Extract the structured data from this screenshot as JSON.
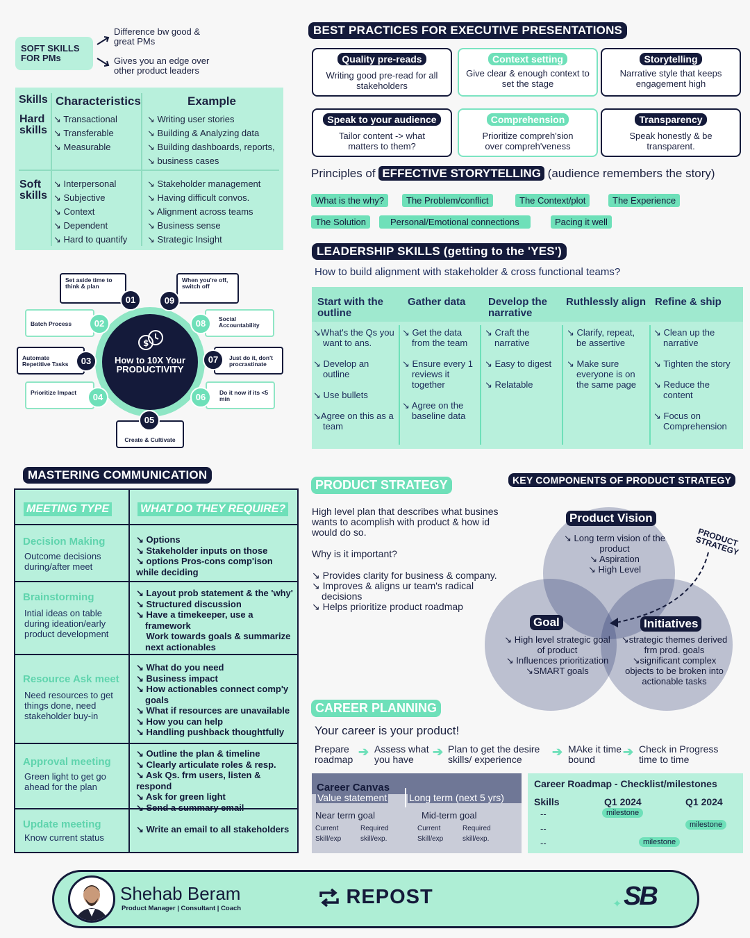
{
  "soft_skills": {
    "label": "SOFT SKILLS FOR PMs",
    "note1": "Difference bw good & great PMs",
    "note2": "Gives you an edge over other product leaders"
  },
  "skills_table": {
    "headers": [
      "Skills",
      "Characteristics",
      "Example"
    ],
    "hard": {
      "label": "Hard skills",
      "characteristics": [
        "Transactional",
        "Transferable",
        "Measurable"
      ],
      "examples": [
        "Writing user stories",
        "Building & Analyzing data",
        "Building dashboards, reports,",
        "business cases"
      ]
    },
    "soft": {
      "label": "Soft skills",
      "characteristics": [
        "Interpersonal",
        "Subjective",
        "Context",
        "Dependent",
        "Hard to quantify"
      ],
      "examples": [
        "Stakeholder management",
        "Having difficult convos.",
        "Alignment across teams",
        "Business sense",
        "Strategic Insight"
      ]
    }
  },
  "productivity": {
    "title_line1": "How to 10X Your",
    "title_line2": "PRODUCTIVITY",
    "steps": [
      {
        "num": "01",
        "text": "Set aside time to think & plan"
      },
      {
        "num": "02",
        "text": "Batch Process"
      },
      {
        "num": "03",
        "text": "Automate Repetitive Tasks"
      },
      {
        "num": "04",
        "text": "Prioritize Impact"
      },
      {
        "num": "05",
        "text": "Create & Cultivate"
      },
      {
        "num": "06",
        "text": "Do it now if its <5 min"
      },
      {
        "num": "07",
        "text": "Just do it, don't procrastinate"
      },
      {
        "num": "08",
        "text": "Social Accountability"
      },
      {
        "num": "09",
        "text": "When you're off, switch off"
      }
    ]
  },
  "best_practices": {
    "title": "BEST PRACTICES FOR EXECUTIVE PRESENTATIONS",
    "cards": [
      {
        "title": "Quality pre-reads",
        "text": "Writing good pre-read for all stakeholders"
      },
      {
        "title": "Context setting",
        "text": "Give clear & enough context to set the stage"
      },
      {
        "title": "Storytelling",
        "text": "Narrative style that keeps engagement high"
      },
      {
        "title": "Speak to your audience",
        "text": "Tailor content -> what matters to them?"
      },
      {
        "title": "Comprehension",
        "text": "Prioritize compreh'sion over compreh'veness"
      },
      {
        "title": "Transparency",
        "text": "Speak honestly & be transparent."
      }
    ]
  },
  "storytelling": {
    "prefix": "Principles of",
    "highlight": "EFFECTIVE STORYTELLING",
    "suffix": "(audience remembers the story)",
    "tags": [
      "What is the why?",
      "The Problem/conflict",
      "The Context/plot",
      "The Experience",
      "The Solution",
      "Personal/Emotional connections",
      "Pacing it well"
    ]
  },
  "leadership": {
    "title": "LEADERSHIP SKILLS (getting to the 'YES')",
    "subtitle": "How to build alignment with stakeholder & cross functional teams?",
    "columns": [
      {
        "title": "Start with the outline",
        "items": [
          "What's the Qs you want to ans.",
          "Develop an outline",
          "Use bullets",
          "Agree on this as a team"
        ]
      },
      {
        "title": "Gather data",
        "items": [
          "Get the data from the team",
          "Ensure every 1 reviews it together",
          "Agree on the baseline data"
        ]
      },
      {
        "title": "Develop the narrative",
        "items": [
          "Craft the narrative",
          "Easy to digest",
          "Relatable"
        ]
      },
      {
        "title": "Ruthlessly align",
        "items": [
          "Clarify, repeat, be assertive",
          "Make sure everyone is on the same page"
        ]
      },
      {
        "title": "Refine & ship",
        "items": [
          "Clean up the narrative",
          "Tighten the story",
          "Reduce the content",
          "Focus on Comprehension"
        ]
      }
    ]
  },
  "communication": {
    "title": "MASTERING COMMUNICATION",
    "col1": "MEETING TYPE",
    "col2": "WHAT DO THEY REQUIRE?",
    "rows": [
      {
        "type": "Decision Making",
        "desc": "Outcome decisions during/after meet",
        "req": [
          "Options",
          "Stakeholder inputs on those",
          "options Pros-cons comp'ison while deciding"
        ]
      },
      {
        "type": "Brainstorming",
        "desc": "Intial ideas on table during ideation/early product development",
        "req": [
          "Layout prob statement & the 'why'",
          "Structured discussion",
          "Have a timekeeper, use a framework",
          "Work towards goals & summarize next actionables"
        ]
      },
      {
        "type": "Resource Ask meet",
        "desc": "Need resources to get things done, need stakeholder buy-in",
        "req": [
          "What do you need",
          "Business impact",
          "How actionables connect comp'y goals",
          "What if resources are unavailable",
          "How you can help",
          "Handling pushback thoughtfully"
        ]
      },
      {
        "type": "Approval meeting",
        "desc": "Green light to get go ahead for the plan",
        "req": [
          "Outline the plan & timeline",
          "Clearly articulate roles & resp.",
          "Ask Qs. frm users, listen & respond",
          "Ask for green light",
          "Send a summary email"
        ]
      },
      {
        "type": "Update meeting",
        "desc": "Know current status",
        "req": [
          "Write an email to all stakeholders"
        ]
      }
    ]
  },
  "product_strategy": {
    "title": "PRODUCT STRATEGY",
    "description": "High level plan that describes what busines wants to acomplish with product & how id would do so.",
    "why": "Why is it important?",
    "points": [
      "Provides clarity for business & company.",
      "Improves & aligns ur team's radical decisions",
      "Helps prioritize product roadmap"
    ],
    "components_title": "KEY COMPONENTS OF PRODUCT STRATEGY",
    "venn_label": "PRODUCT STRATEGY",
    "vision": {
      "title": "Product Vision",
      "items": [
        "Long term vision of the product",
        "Aspiration",
        "High Level"
      ]
    },
    "goal": {
      "title": "Goal",
      "items": [
        "High level strategic goal of product",
        "Influences prioritization",
        "SMART goals"
      ]
    },
    "initiatives": {
      "title": "Initiatives",
      "items": [
        "strategic themes derived frm prod. goals",
        "significant complex objects to be broken into actionable tasks"
      ]
    }
  },
  "career": {
    "title": "CAREER PLANNING",
    "tagline": "Your career is your product!",
    "steps": [
      "Prepare roadmap",
      "Assess what you have",
      "Plan to get the desire skills/ experience",
      "MAke it time bound",
      "Check in Progress time to time"
    ],
    "canvas": {
      "title": "Career Canvas",
      "value": "Value statement",
      "long_term": "Long term (next 5 yrs)",
      "near": "Near term goal",
      "mid": "Mid-term goal",
      "current": "Current Skill/exp",
      "required": "Required skill/exp.",
      "current2": "Current Skill/exp",
      "required2": "Required skill/exp."
    },
    "roadmap": {
      "title": "Career Roadmap - Checklist/milestones",
      "skills": "Skills",
      "q1": "Q1 2024",
      "q2": "Q1 2024",
      "dash": "--",
      "milestone": "milestone"
    }
  },
  "footer": {
    "name": "Shehab Beram",
    "role": "Product Manager | Consultant | Coach",
    "repost": "REPOST",
    "logo": "SB"
  }
}
